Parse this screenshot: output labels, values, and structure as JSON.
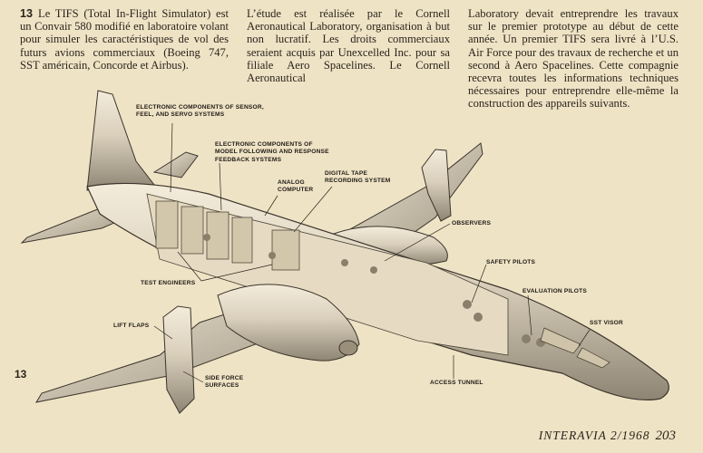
{
  "figure_number": "13",
  "columns": {
    "col1": "Le TIFS (Total In-Flight Simulator) est un Convair 580 modifié en laboratoire volant pour simuler les caractéristiques de vol des futurs avions commerciaux (Boeing 747, SST américain, Concorde et Airbus).",
    "col2": "L’étude est réalisée par le Cornell Aeronautical Laboratory, organisation à but non lucratif. Les droits commerciaux seraient acquis par Unexcelled Inc. pour sa filiale Aero Spacelines. Le Cornell Aeronautical",
    "col3": "Laboratory devait entreprendre les travaux sur le premier prototype au début de cette année. Un premier TIFS sera livré à l’U.S. Air Force pour des travaux de recherche et un second à Aero Spacelines. Cette compagnie recevra toutes les informations techniques nécessaires pour entreprendre elle-même la construction des appareils suivants."
  },
  "labels": {
    "sensor": "Electronic components of sensor, feel, and servo systems",
    "model_following": "Electronic components of model following and response feedback systems",
    "digital_tape": "Digital tape recording system",
    "analog_computer": "Analog computer",
    "observers": "Observers",
    "test_engineers": "Test engineers",
    "safety_pilots": "Safety pilots",
    "evaluation_pilots": "Evaluation pilots",
    "sst_visor": "SST visor",
    "lift_flaps": "Lift flaps",
    "side_force_surfaces": "Side force surfaces",
    "access_tunnel": "Access tunnel"
  },
  "footer": {
    "magazine": "INTERAVIA 2/1968",
    "page": "203"
  }
}
